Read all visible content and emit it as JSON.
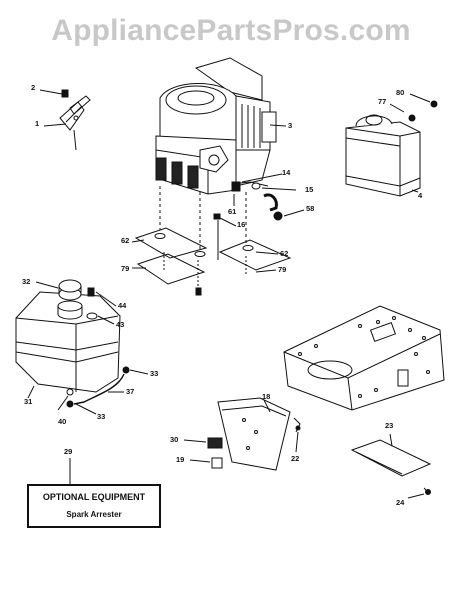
{
  "watermark": "AppliancePartsPros.com",
  "callouts": {
    "c1": "1",
    "c2": "2",
    "c3": "3",
    "c4": "4",
    "c14": "14",
    "c15": "15",
    "c16": "16",
    "c18": "18",
    "c19": "19",
    "c22": "22",
    "c23": "23",
    "c24": "24",
    "c29": "29",
    "c30": "30",
    "c31": "31",
    "c32": "32",
    "c33a": "33",
    "c33b": "33",
    "c37": "37",
    "c40": "40",
    "c43": "43",
    "c44": "44",
    "c58": "58",
    "c61": "61",
    "c62a": "62",
    "c62b": "62",
    "c77": "77",
    "c79a": "79",
    "c79b": "79",
    "c80": "80"
  },
  "optional_box": {
    "title": "OPTIONAL EQUIPMENT",
    "subtitle": "Spark Arrester"
  }
}
